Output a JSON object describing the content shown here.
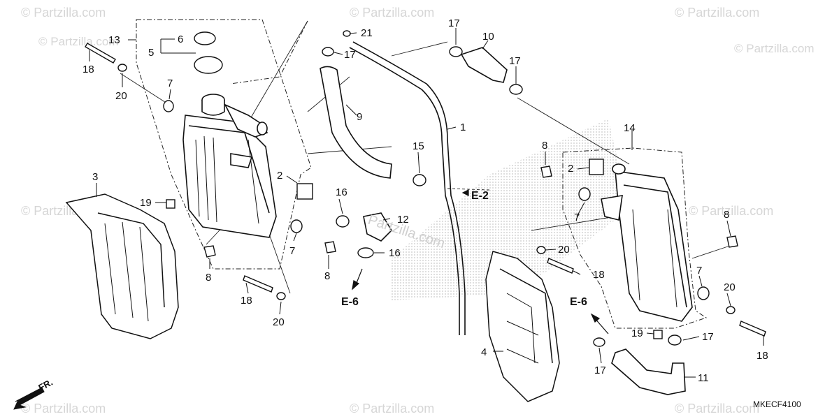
{
  "watermarks": [
    "© Partzilla.com",
    "© Partzilla.com",
    "© Partzilla.com",
    "© Partzilla.com",
    "© Partzilla.com",
    "© Partzilla.com",
    "© Partzilla.com",
    "© Partzilla.com",
    "© Partzilla.com",
    "© Partzilla.com"
  ],
  "center_watermark": "Partzilla.com",
  "diagram_code": "MKECF4100",
  "front_label": "FR.",
  "callouts": {
    "c1": "1",
    "c2a": "2",
    "c2b": "2",
    "c3": "3",
    "c4": "4",
    "c5": "5",
    "c6": "6",
    "c7a": "7",
    "c7b": "7",
    "c7c": "7",
    "c7d": "7",
    "c8a": "8",
    "c8b": "8",
    "c8c": "8",
    "c8d": "8",
    "c9": "9",
    "c10": "10",
    "c11": "11",
    "c12": "12",
    "c13": "13",
    "c14": "14",
    "c15": "15",
    "c16a": "16",
    "c16b": "16",
    "c17a": "17",
    "c17b": "17",
    "c17c": "17",
    "c17d": "17",
    "c17e": "17",
    "c18a": "18",
    "c18b": "18",
    "c18c": "18",
    "c18d": "18",
    "c19a": "19",
    "c19b": "19",
    "c20a": "20",
    "c20b": "20",
    "c20c": "20",
    "c20d": "20",
    "c21": "21"
  },
  "refs": {
    "e2": "E-2",
    "e6a": "E-6",
    "e6b": "E-6"
  }
}
